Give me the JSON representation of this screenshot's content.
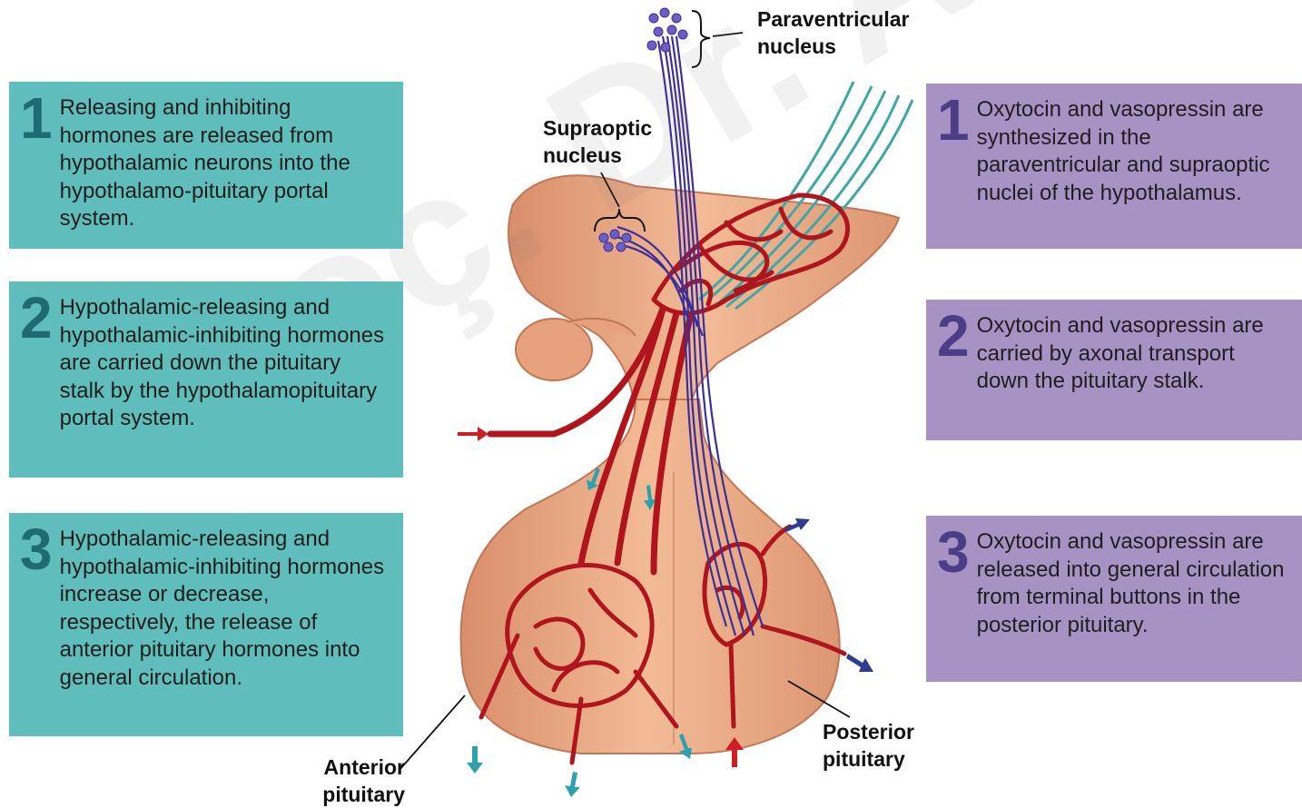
{
  "left_steps": [
    {
      "number": "1",
      "text": "Releasing and inhibiting hormones are released from hypothalamic neurons into the hypothalamo-pituitary portal system."
    },
    {
      "number": "2",
      "text": "Hypothalamic-releasing and hypothalamic-inhibiting hormones are carried down the pituitary stalk by the hypothalamopituitary portal system."
    },
    {
      "number": "3",
      "text": "Hypothalamic-releasing and hypothalamic-inhibiting hormones increase or decrease, respectively, the release of anterior pituitary hormones into general circulation."
    }
  ],
  "right_steps": [
    {
      "number": "1",
      "text": "Oxytocin and vasopressin are synthesized in the paraventricular and supraoptic nuclei of the hypothalamus."
    },
    {
      "number": "2",
      "text": "Oxytocin and vasopressin are carried by axonal transport down the pituitary stalk."
    },
    {
      "number": "3",
      "text": "Oxytocin and vasopressin are released into general circulation from terminal buttons in the posterior pituitary."
    }
  ],
  "labels": {
    "paraventricular": "Paraventricular nucleus",
    "supraoptic": "Supraoptic nucleus",
    "anterior": "Anterior pituitary",
    "posterior": "Posterior pituitary"
  },
  "watermark": "Doç. Dr. Ali ATA",
  "colors": {
    "teal_box": "#5fbdbb",
    "purple_box": "#a792c4",
    "vessel": "#b0141c",
    "axon": "#3b2f9a",
    "tissue": "#eeb08c"
  }
}
